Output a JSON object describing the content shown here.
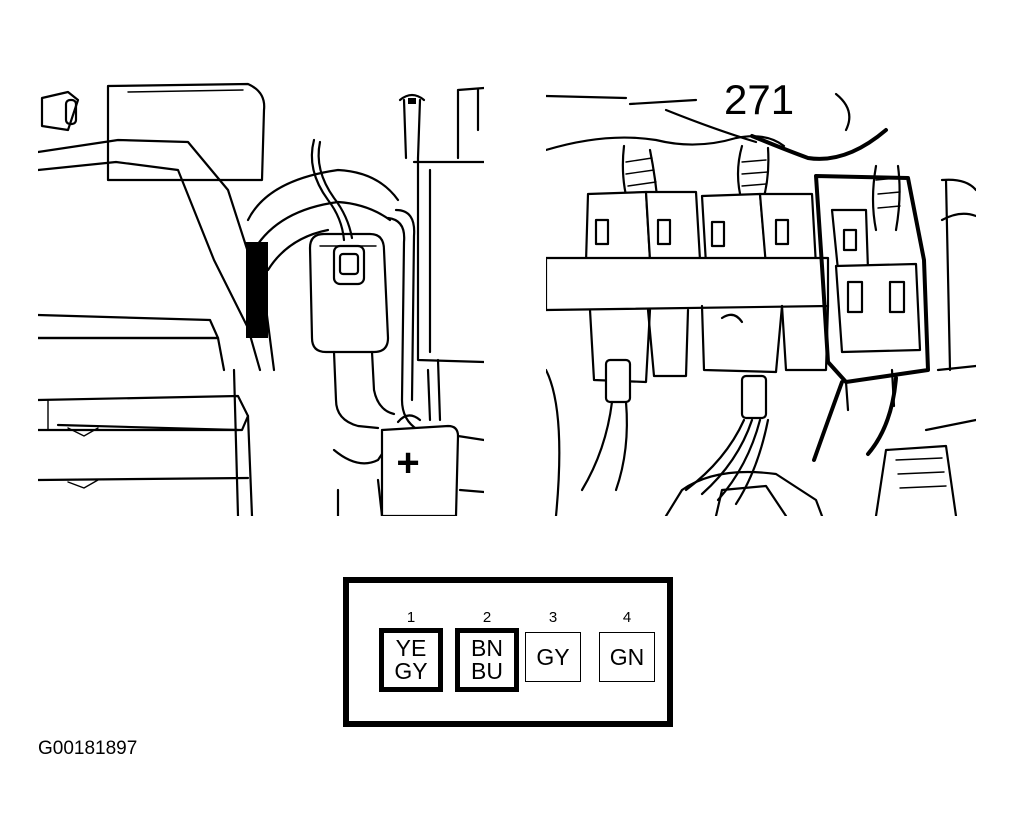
{
  "callout_label": "271",
  "battery_terminal_symbol": "+",
  "connector": {
    "pins": [
      {
        "number": "1",
        "wire_line1": "YE",
        "wire_line2": "GY"
      },
      {
        "number": "2",
        "wire_line1": "BN",
        "wire_line2": "BU"
      },
      {
        "number": "3",
        "wire_line1": "GY",
        "wire_line2": ""
      },
      {
        "number": "4",
        "wire_line1": "GN",
        "wire_line2": ""
      }
    ]
  },
  "figure_id": "G00181897"
}
